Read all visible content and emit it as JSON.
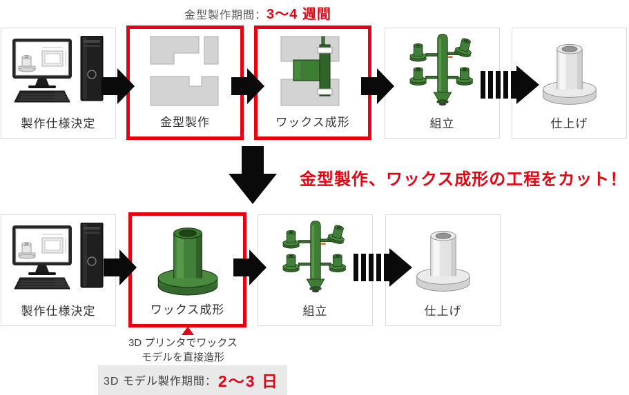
{
  "colors": {
    "accent_red": "#e60012",
    "arrow_black": "#0a0a0a",
    "mold_gray": "#d3d3d3",
    "wax_green": "#3f7d35",
    "note_background": "#e9e9e9"
  },
  "top_banner": {
    "prefix": "金型製作期間：",
    "highlight": "3〜4 週間"
  },
  "conventional_flow": {
    "steps": [
      {
        "label": "製作仕様決定",
        "highlighted": false,
        "icon": "computer-icon"
      },
      {
        "label": "金型製作",
        "highlighted": true,
        "icon": "mold-blocks-icon"
      },
      {
        "label": "ワックス成形",
        "highlighted": true,
        "icon": "wax-in-mold-icon"
      },
      {
        "label": "組立",
        "highlighted": false,
        "icon": "assembly-tree-icon"
      },
      {
        "label": "仕上げ",
        "highlighted": false,
        "icon": "finished-part-icon"
      }
    ]
  },
  "transition": {
    "headline": "金型製作、ワックス成形の工程をカット！"
  },
  "printer_flow": {
    "steps": [
      {
        "label": "製作仕様決定",
        "highlighted": false,
        "icon": "computer-icon"
      },
      {
        "label": "ワックス成形",
        "highlighted": true,
        "icon": "green-wax-part-icon"
      },
      {
        "label": "組立",
        "highlighted": false,
        "icon": "assembly-tree-icon"
      },
      {
        "label": "仕上げ",
        "highlighted": false,
        "icon": "finished-part-icon"
      }
    ]
  },
  "printer_annotation": {
    "line1": "3D プリンタでワックス",
    "line2": "モデルを直接造形"
  },
  "period_note": {
    "prefix": "3D モデル製作期間：",
    "highlight": "2〜3 日"
  }
}
